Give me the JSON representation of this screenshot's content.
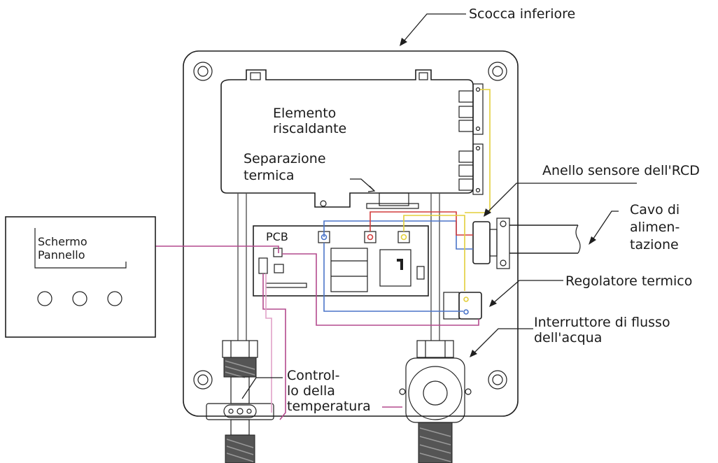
{
  "labels": {
    "bottom_shell": "Scocca inferiore",
    "heating_element_1": "Elemento",
    "heating_element_2": "riscaldante",
    "thermal_sep_1": "Separazione",
    "thermal_sep_2": "termica",
    "rcd_ring": "Anello sensore dell'RCD",
    "cable_1": "Cavo di",
    "cable_2": "alimen-",
    "cable_3": "tazione",
    "pcb": "PCB",
    "screen_1": "Schermo",
    "screen_2": "Pannello",
    "thermal_regulator": "Regolatore termico",
    "flow_switch_1": "Interruttore di flusso",
    "flow_switch_2": "dell'acqua",
    "temp_control_1": "Control-",
    "temp_control_2": "lo della",
    "temp_control_3": "temperatura"
  },
  "colors": {
    "line": "#1f1f1f",
    "wire_blue": "#4a74c8",
    "wire_red": "#d23c3c",
    "wire_yellow": "#e3cf3a",
    "wire_magenta": "#b44a8e",
    "wire_pink": "#e1a2c8"
  }
}
